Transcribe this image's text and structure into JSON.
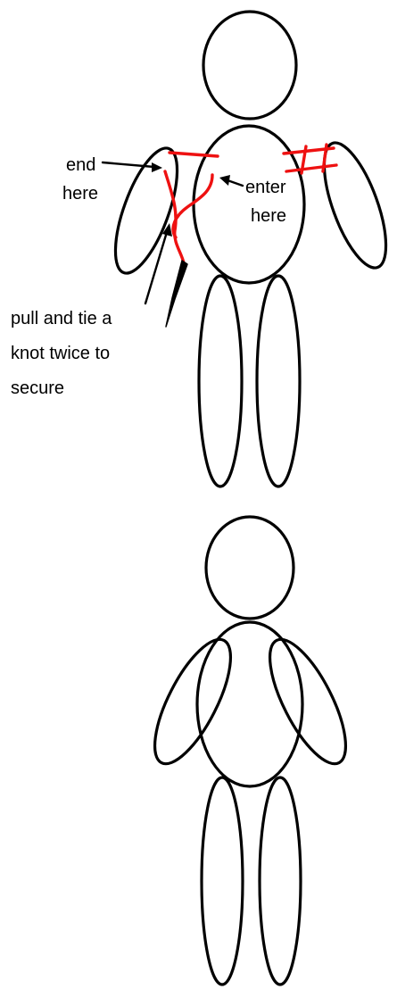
{
  "annotations": {
    "end_here": [
      "end",
      "here"
    ],
    "enter_here": [
      "enter",
      "here"
    ],
    "pull_and_tie": [
      "pull and tie a",
      "knot twice to",
      "secure"
    ]
  },
  "colors": {
    "outline": "#000000",
    "thread": "#ee1111",
    "background": "#ffffff"
  }
}
